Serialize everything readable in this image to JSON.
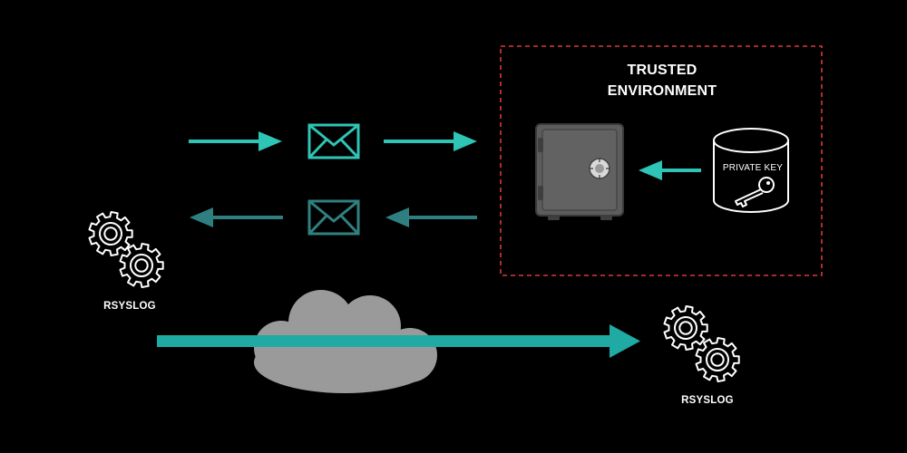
{
  "trusted_environment": {
    "title_line1": "TRUSTED",
    "title_line2": "ENVIRONMENT",
    "border_color": "#d63a3a"
  },
  "nodes": {
    "rsyslog_left": {
      "label": "RSYSLOG",
      "icon": "gears-icon"
    },
    "rsyslog_right": {
      "label": "RSYSLOG",
      "icon": "gears-icon"
    },
    "private_key": {
      "label": "PRIVATE KEY",
      "icon": "key-icon"
    },
    "safe": {
      "icon": "safe-icon"
    },
    "cloud": {
      "icon": "cloud-icon"
    },
    "envelope_top": {
      "icon": "envelope-icon"
    },
    "envelope_bottom": {
      "icon": "envelope-icon"
    }
  },
  "colors": {
    "arrow_bright": "#2ec4b6",
    "arrow_dim": "#2f7f80",
    "envelope_bright": "#2ec4b6",
    "envelope_dim": "#2f8080",
    "cloud": "#9a9a9a",
    "safe_body": "#5c5c5c"
  }
}
